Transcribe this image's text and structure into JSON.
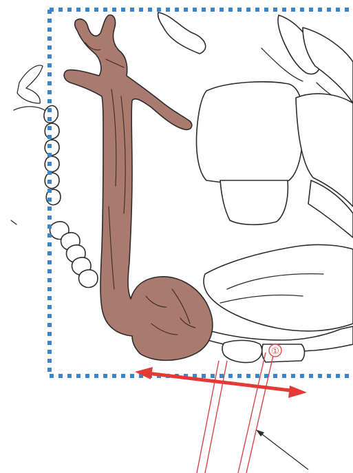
{
  "figure": {
    "callout_marker": "①"
  },
  "colors": {
    "region_border": "#3a86c8",
    "highlighted_structure": "#a97a6d",
    "arrow": "#e53935",
    "reference_lines": "#d64545",
    "outline": "#2b2b2b"
  },
  "icons": {
    "arrow": "double-headed-arrow",
    "pointer": "leader-arrow"
  }
}
